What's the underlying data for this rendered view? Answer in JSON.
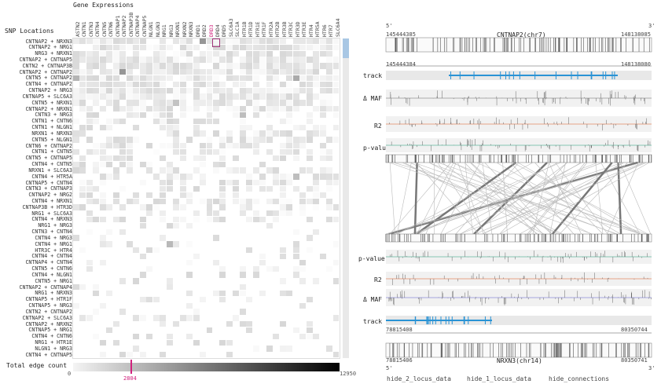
{
  "headers": {
    "gene_expressions": "Gene Expressions",
    "snp_locations": "SNP Locations"
  },
  "genes": [
    "ASTN2",
    "CNTN1",
    "CNTN3",
    "CNTN4",
    "CNTN5",
    "CNTN6",
    "CNTNAP1",
    "CNTNAP2",
    "CNTNAP3B",
    "CNTNAP4",
    "CNTNAP5",
    "NLGN1",
    "NLGN3",
    "NRG1",
    "NRG3",
    "NRXN1",
    "NRXN2",
    "NRXN3",
    "DRD1",
    "DRD2",
    "DRD3",
    "DRD4",
    "DRD5",
    "SLC6A3",
    "SLC1A",
    "HTR1B",
    "HTR1D",
    "HTR1E",
    "HTR1F",
    "HTR2A",
    "HTR2B",
    "HTR3B",
    "HTR3C",
    "HTR3D",
    "HTR3E",
    "HTR4",
    "HTR5A",
    "HTR6",
    "HTR7",
    "SLC6A4"
  ],
  "selected_gene": "DRD3",
  "snps": [
    "CNTNAP2 + NRXN3",
    "CNTNAP2 + NRG1",
    "NRG3 + NRXN1",
    "CNTNAP2 + CNTNAP5",
    "CNTN2 + CNTNAP3B",
    "CNTNAP2 + CNTNAP2",
    "CNTN5 + CNTNAP2",
    "CNTN4 + CNTNAP2",
    "CNTNAP2 + NRG3",
    "CNTNAP5 + SLC6A3",
    "CNTN5 + NRXN1",
    "CNTNAP2 + NRXN1",
    "CNTN3 + NRG3",
    "CNTN1 + CNTN6",
    "CNTN1 + NLGN1",
    "NRXN1 + NRXN3",
    "CNTN5 + NLGN1",
    "CNTN6 + CNTNAP2",
    "CNTN1 + CNTN5",
    "CNTN5 + CNTNAP5",
    "CNTN4 + CNTN5",
    "NRXN1 + SLC6A3",
    "CNTN4 + HTR5A",
    "CNTNAP5 + CNTN4",
    "CNTN3 + CNTNAP3",
    "CNTNAP2 + NRG2",
    "CNTN4 + NRXN1",
    "CNTNAP3B + HTR3D",
    "NRG1 + SLC6A3",
    "CNTN4 + NRXN3",
    "NRG1 + NRG3",
    "CNTN3 + CNTN4",
    "CNTN4 + NRG3",
    "CNTN4 + NRG1",
    "HTR3C + HTR4",
    "CNTN4 + CNTN4",
    "CNTNAP4 + CNTN4",
    "CNTN5 + CNTN6",
    "CNTN4 + NLGN1",
    "CNTN5 + NRG1",
    "CNTNAP2 + CNTNAP4",
    "NRG1 + NRXN3",
    "CNTNAP5 + HTR1F",
    "CNTNAP5 + NRG3",
    "CNTN2 + CNTNAP2",
    "CNTNAP2 + SLC6A3",
    "CNTNAP2 + NRXN2",
    "CNTNAP5 + NRG1",
    "CNTN4 + CNTN6",
    "NRG1 + HTR1E",
    "NLGN1 + NRG3",
    "CNTN4 + CNTNAP5"
  ],
  "edge_count": {
    "label": "Total edge count",
    "min": "0",
    "max": "12950",
    "current": "2804",
    "fraction": 0.2165
  },
  "locus_top": {
    "strand_left": "5'",
    "strand_right": "3'",
    "range_start": "145444385",
    "range_end": "148138085",
    "name": "CNTNAP2(chr7)",
    "zoom_start": "145444384",
    "zoom_end": "148138080"
  },
  "locus_bottom": {
    "zoom_start": "78815408",
    "zoom_end": "80350744",
    "range_start": "78815406",
    "range_end": "80350741",
    "name": "NRXN3(chr14)",
    "strand_left": "5'",
    "strand_right": "3'"
  },
  "tracks_top": [
    {
      "label": "track",
      "color": "#2a93d5"
    },
    {
      "label": "Δ MAF",
      "color": "#5a5acb"
    },
    {
      "label": "R2",
      "color": "#e0541f"
    },
    {
      "label": "p-value",
      "color": "#1b9a78"
    }
  ],
  "tracks_bottom": [
    {
      "label": "p-value",
      "color": "#1b9a78"
    },
    {
      "label": "R2",
      "color": "#e0541f"
    },
    {
      "label": "Δ MAF",
      "color": "#5a5acb"
    },
    {
      "label": "track",
      "color": "#2a93d5"
    }
  ],
  "links": {
    "hide_2": "hide_2_locus_data",
    "hide_1": "hide_1_locus_data",
    "hide_conn": "hide_connections"
  }
}
